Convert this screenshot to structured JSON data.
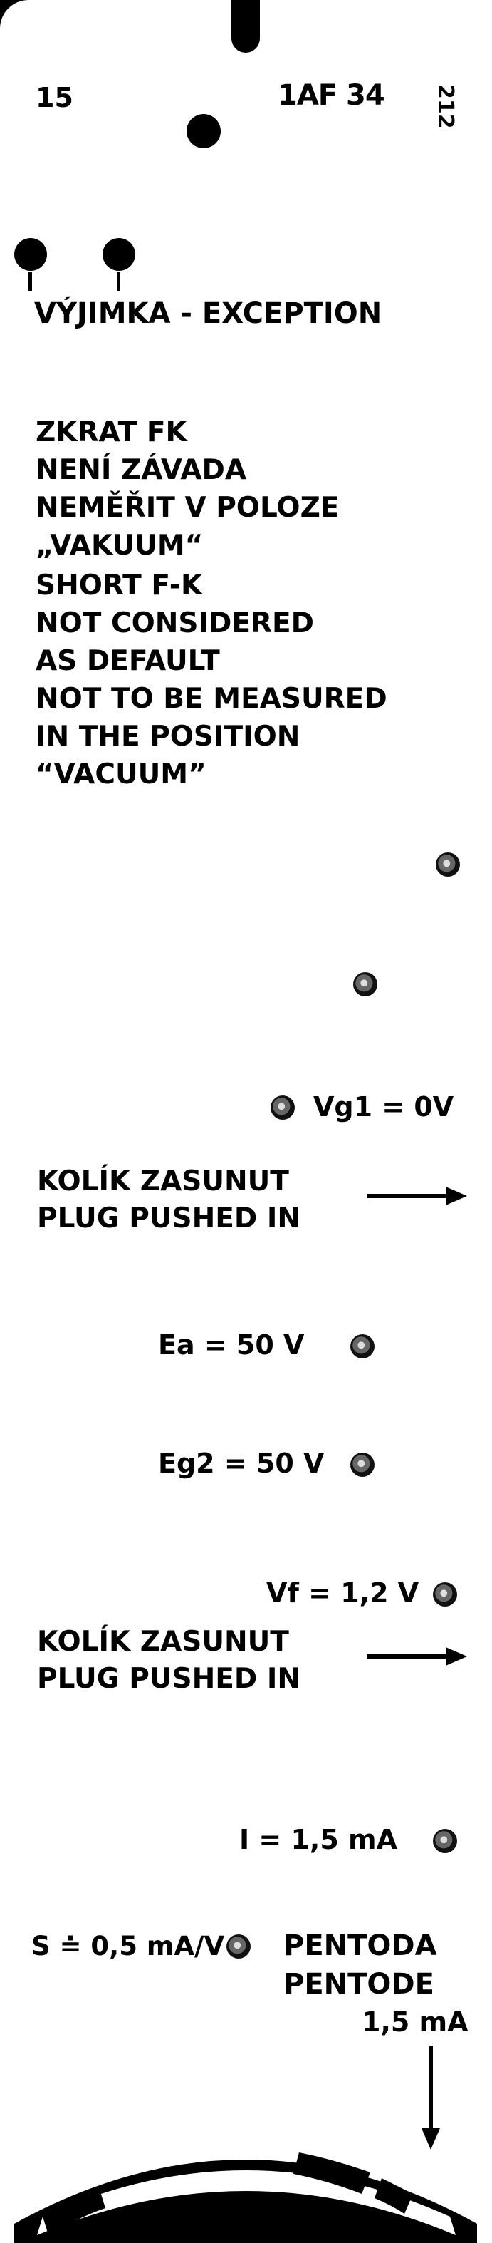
{
  "header": {
    "page_number": "15",
    "tube_type": "1AF 34",
    "card_number": "212"
  },
  "exception": {
    "title": "VÝJIMKA - EXCEPTION",
    "czech_lines": [
      "ZKRAT FK",
      "NENÍ ZÁVADA",
      "NEMĚŘIT V POLOZE",
      "„VAKUUM“"
    ],
    "english_lines": [
      "SHORT F-K",
      "NOT CONSIDERED",
      "AS DEFAULT",
      "NOT TO BE MEASURED",
      "IN THE POSITION",
      "“VACUUM”"
    ]
  },
  "settings": {
    "vg1": "Vg1 = 0V",
    "plug1": [
      "KOLÍK ZASUNUT",
      "PLUG PUSHED IN"
    ],
    "ea": "Ea = 50 V",
    "eg2": "Eg2 = 50 V",
    "vf": "Vf = 1,2 V",
    "plug2": [
      "KOLÍK ZASUNUT",
      "PLUG PUSHED IN"
    ],
    "current": "I = 1,5 mA",
    "transconductance": "S ≐ 0,5 mA/V",
    "mode_cz": "PENTODA",
    "mode_en": "PENTODE",
    "mode_current": "1,5 mA"
  }
}
